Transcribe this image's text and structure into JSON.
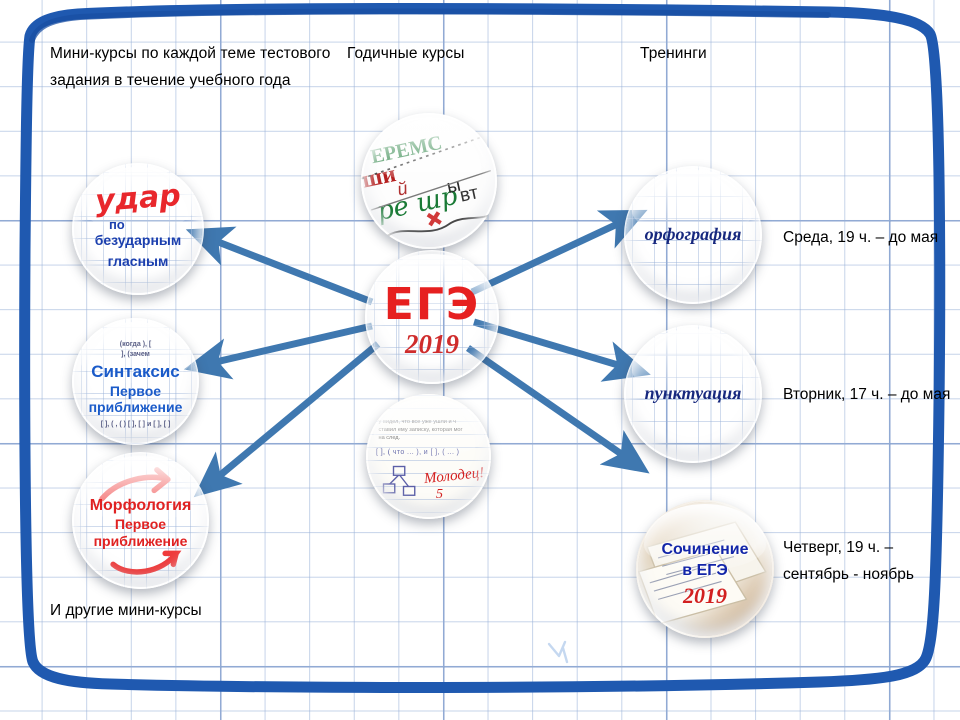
{
  "slide": {
    "background": "#ffffff",
    "grid_color": "#96afd7",
    "frame_color": "#1f59b0",
    "arrow_color": "#3f78b0"
  },
  "headers": {
    "mini_courses": "Мини-курсы по каждой теме тестового задания в течение учебного года",
    "year_courses": "Годичные курсы",
    "trainings": "Тренинги"
  },
  "bottom_note": "И другие мини-курсы",
  "schedules": [
    {
      "id": "orfografia",
      "text": "Среда, 19 ч. – до мая"
    },
    {
      "id": "punktuacia",
      "text": "Вторник, 17 ч. – до мая"
    },
    {
      "id": "sochinenie",
      "text": "Четверг, 19 ч. – сентябрь - ноябрь"
    }
  ],
  "orbs": {
    "udar": {
      "line1": "удар",
      "line2": "по",
      "line3": "безударным",
      "line4": "гласным"
    },
    "sintaksis": {
      "top_left": "(когда    ),  [",
      "top_right": "],  (зачем",
      "title": "Синтаксис",
      "sub1": "Первое",
      "sub2": "приближение",
      "bottom": "[ ],  ( ,  ( ) [ ],  [ ]  и [ ],   [ ]"
    },
    "morfologia": {
      "title": "Морфология",
      "sub1": "Первое",
      "sub2": "приближение"
    },
    "handwriting": {
      "w1": "ЕРЕМС",
      "w2": "ши",
      "w3": "й",
      "w4": "ре шр",
      "w5": "ы",
      "w6": "вт"
    },
    "ege": {
      "title": "ЕГЭ",
      "year": "2019"
    },
    "notebook": {
      "line1": "у видел, что все уже ушли и ч",
      "line2": "ставил ему записку, которая мог",
      "line3": "на след.",
      "scheme": "[  ],  ( что ... ),  и  [  ],  ( ... )",
      "mark_text": "Молодец!",
      "mark_grade": "5"
    },
    "orfografia": {
      "label": "орфография"
    },
    "punktuacia": {
      "label": "пунктуация"
    },
    "sochinenie": {
      "line1": "Сочинение",
      "line2": "в ЕГЭ",
      "year": "2019"
    }
  },
  "arrows": [
    {
      "name": "ege-to-udar",
      "from": "ege",
      "to": "udar"
    },
    {
      "name": "ege-to-sintaksis",
      "from": "ege",
      "to": "sintaksis"
    },
    {
      "name": "ege-to-morfologia",
      "from": "ege",
      "to": "morfologia"
    },
    {
      "name": "ege-to-orfografia",
      "from": "ege",
      "to": "orfografia"
    },
    {
      "name": "ege-to-punktuacia",
      "from": "ege",
      "to": "punktuacia"
    },
    {
      "name": "ege-to-sochinenie",
      "from": "ege",
      "to": "sochinenie"
    }
  ]
}
